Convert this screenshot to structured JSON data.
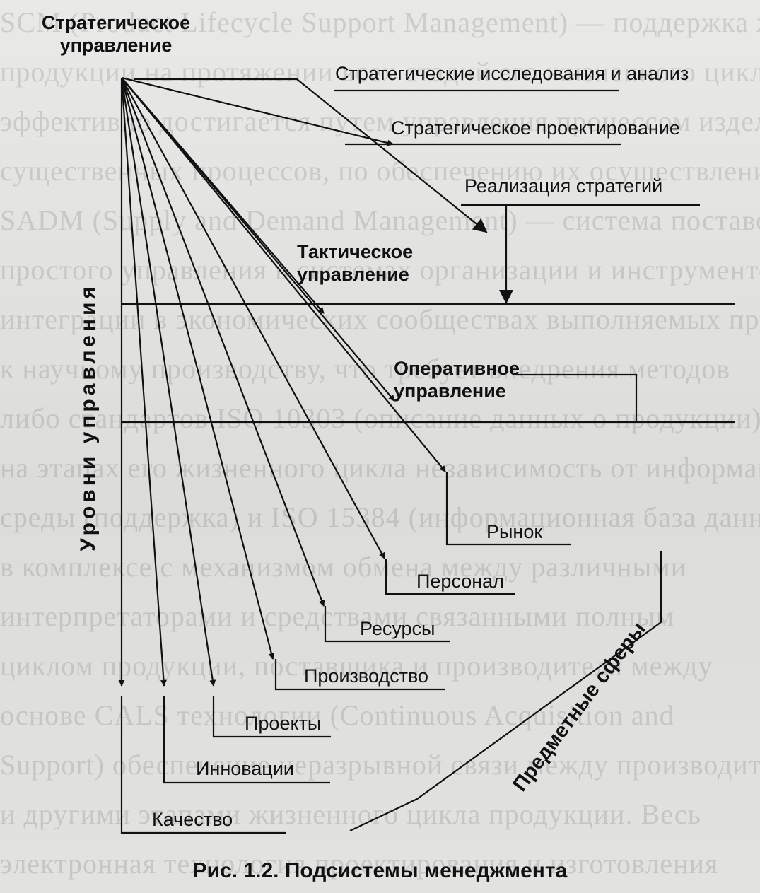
{
  "labels": {
    "strategic": [
      "Стратегическое",
      "управление"
    ],
    "strategic_research": "Стратегические исследования и анализ",
    "strategic_design": "Стратегическое проектирование",
    "strategy_impl": "Реализация стратегий",
    "tactical": [
      "Тактическое",
      "управление"
    ],
    "operative": [
      "Оперативное",
      "управление"
    ],
    "market": "Рынок",
    "personnel": "Персонал",
    "resources": "Ресурсы",
    "production": "Производство",
    "projects": "Проекты",
    "innovation": "Инновации",
    "quality": "Качество",
    "levels": "Уровни управления",
    "spheres": "Предметные сферы"
  },
  "caption": "Рис. 1.2. Подсистемы менеджмента"
}
